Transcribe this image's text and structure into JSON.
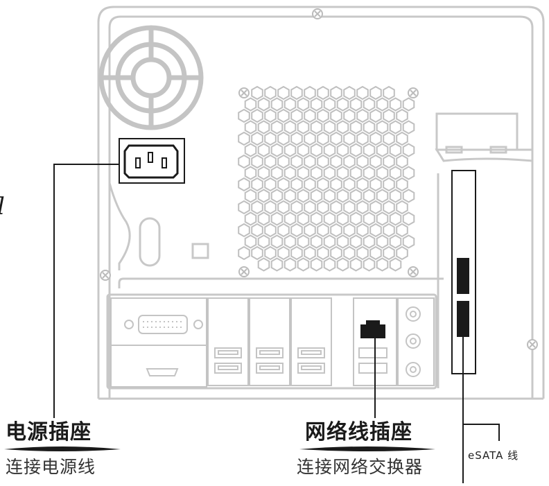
{
  "power": {
    "title": "电源插座",
    "subtitle": "连接电源线"
  },
  "network": {
    "title": "网络线插座",
    "subtitle": "连接网络交换器"
  },
  "esata": {
    "label": "eSATA 线"
  },
  "cropped_glyph": "l",
  "colors": {
    "line": "#1a1a1a",
    "case": "#cccccc",
    "title_rule": "#1a1a1a"
  }
}
